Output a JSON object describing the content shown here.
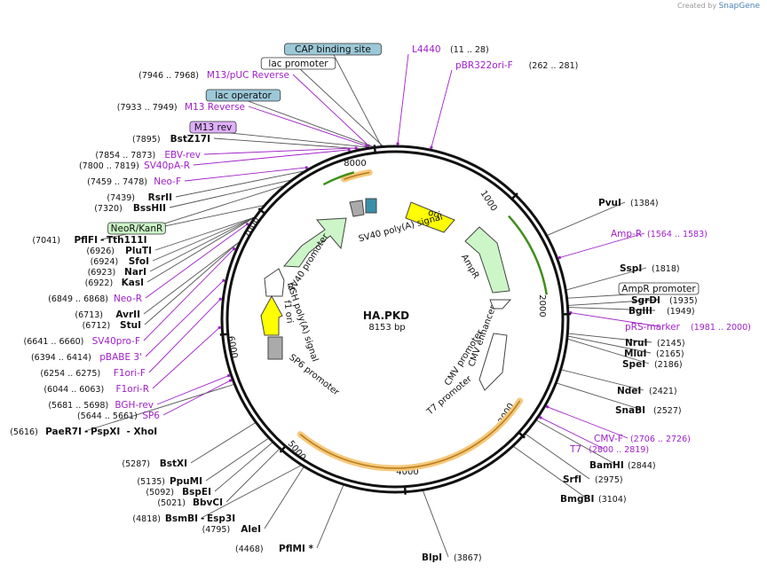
{
  "watermark": {
    "prefix": "Created by",
    "brand": "SnapGene"
  },
  "plasmid": {
    "name": "HA.PKD",
    "length_label": "8153 bp",
    "length": 8153
  },
  "ticks": [
    "1000",
    "2000",
    "3000",
    "4000",
    "5000",
    "6000",
    "7000",
    "8000"
  ],
  "colors": {
    "primer": "#a020c8",
    "feature_green": "#ccf5c8",
    "ori_yellow": "#ffff00",
    "orange_halo": "#f6c87a",
    "box_blue": "#9cc8d8"
  },
  "labels": [
    {
      "kind": "box",
      "text": "CAP binding site",
      "fill": "#9cc8d8"
    },
    {
      "kind": "box",
      "text": "lac promoter",
      "fill": "#ffffff"
    },
    {
      "kind": "primer",
      "text": "L4440",
      "pos": "(11 .. 28)"
    },
    {
      "kind": "primer",
      "text": "pBR322ori-F",
      "pos": "(262 .. 281)"
    },
    {
      "kind": "primer",
      "text": "M13/pUC Reverse",
      "pos": "(7946 .. 7968)"
    },
    {
      "kind": "box",
      "text": "lac operator",
      "fill": "#9cc8d8"
    },
    {
      "kind": "primer",
      "text": "M13 Reverse",
      "pos": "(7933 .. 7949)"
    },
    {
      "kind": "box",
      "text": "M13 rev",
      "fill": "#e0b0ff"
    },
    {
      "kind": "enzyme",
      "text": "BstZ17I",
      "pos": "(7895)"
    },
    {
      "kind": "primer",
      "text": "EBV-rev",
      "pos": "(7854 .. 7873)"
    },
    {
      "kind": "primer",
      "text": "SV40pA-R",
      "pos": "(7800 .. 7819)"
    },
    {
      "kind": "primer",
      "text": "Neo-F",
      "pos": "(7459 .. 7478)"
    },
    {
      "kind": "enzyme",
      "text": "RsrII",
      "pos": "(7439)"
    },
    {
      "kind": "enzyme",
      "text": "BssHII",
      "pos": "(7320)"
    },
    {
      "kind": "box",
      "text": "NeoR/KanR",
      "fill": "#ccf5c8"
    },
    {
      "kind": "enzyme",
      "text": "PflFI",
      "pos": "(7041)",
      "extra": "Tth111I"
    },
    {
      "kind": "enzyme",
      "text": "PluTI",
      "pos": "(6926)"
    },
    {
      "kind": "enzyme",
      "text": "SfoI",
      "pos": "(6924)"
    },
    {
      "kind": "enzyme",
      "text": "NarI",
      "pos": "(6923)"
    },
    {
      "kind": "enzyme",
      "text": "KasI",
      "pos": "(6922)"
    },
    {
      "kind": "primer",
      "text": "Neo-R",
      "pos": "(6849 .. 6868)"
    },
    {
      "kind": "enzyme",
      "text": "AvrII",
      "pos": "(6713)"
    },
    {
      "kind": "enzyme",
      "text": "StuI",
      "pos": "(6712)"
    },
    {
      "kind": "primer",
      "text": "SV40pro-F",
      "pos": "(6641 .. 6660)"
    },
    {
      "kind": "primer",
      "text": "pBABE 3'",
      "pos": "(6394 .. 6414)"
    },
    {
      "kind": "primer",
      "text": "F1ori-F",
      "pos": "(6254 .. 6275)"
    },
    {
      "kind": "primer",
      "text": "F1ori-R",
      "pos": "(6044 .. 6063)"
    },
    {
      "kind": "primer",
      "text": "BGH-rev",
      "pos": "(5681 .. 5698)"
    },
    {
      "kind": "primer",
      "text": "SP6",
      "pos": "(5644 .. 5661)"
    },
    {
      "kind": "enzyme",
      "text": "PaeR7I",
      "pos": "(5616)",
      "extra": "PspXI",
      "extra2": "XhoI"
    },
    {
      "kind": "enzyme",
      "text": "BstXI",
      "pos": "(5287)"
    },
    {
      "kind": "enzyme",
      "text": "PpuMI",
      "pos": "(5135)"
    },
    {
      "kind": "enzyme",
      "text": "BspEI",
      "pos": "(5092)"
    },
    {
      "kind": "enzyme",
      "text": "BbvCI",
      "pos": "(5021)"
    },
    {
      "kind": "enzyme",
      "text": "BsmBI",
      "pos": "(4818)",
      "extra": "Esp3I"
    },
    {
      "kind": "enzyme",
      "text": "AleI",
      "pos": "(4795)"
    },
    {
      "kind": "enzyme",
      "text": "PflMI *",
      "pos": "(4468)"
    },
    {
      "kind": "enzyme",
      "text": "BlpI",
      "pos": "(3867)"
    },
    {
      "kind": "enzyme",
      "text": "PvuI",
      "pos": "(1384)"
    },
    {
      "kind": "primer",
      "text": "Amp-R",
      "pos": "(1564 .. 1583)"
    },
    {
      "kind": "enzyme",
      "text": "SspI",
      "pos": "(1818)"
    },
    {
      "kind": "box",
      "text": "AmpR promoter",
      "fill": "#ffffff"
    },
    {
      "kind": "enzyme",
      "text": "SgrDI",
      "pos": "(1935)"
    },
    {
      "kind": "enzyme",
      "text": "BglII",
      "pos": "(1949)"
    },
    {
      "kind": "primer",
      "text": "pRS-marker",
      "pos": "(1981 .. 2000)"
    },
    {
      "kind": "enzyme",
      "text": "NruI",
      "pos": "(2145)"
    },
    {
      "kind": "enzyme",
      "text": "MluI",
      "pos": "(2165)"
    },
    {
      "kind": "enzyme",
      "text": "SpeI",
      "pos": "(2186)"
    },
    {
      "kind": "enzyme",
      "text": "NdeI",
      "pos": "(2421)"
    },
    {
      "kind": "enzyme",
      "text": "SnaBI",
      "pos": "(2527)"
    },
    {
      "kind": "primer",
      "text": "CMV-F",
      "pos": "(2706 .. 2726)"
    },
    {
      "kind": "primer",
      "text": "T7",
      "pos": "(2800 .. 2819)"
    },
    {
      "kind": "enzyme",
      "text": "BamHI",
      "pos": "(2844)"
    },
    {
      "kind": "enzyme",
      "text": "SrfI",
      "pos": "(2975)"
    },
    {
      "kind": "enzyme",
      "text": "BmgBI",
      "pos": "(3104)"
    }
  ],
  "features": [
    {
      "name": "ori",
      "type": "ori"
    },
    {
      "name": "SV40 poly(A) signal",
      "type": "text"
    },
    {
      "name": "AmpR",
      "type": "green"
    },
    {
      "name": "SV40 promoter",
      "type": "green"
    },
    {
      "name": "f1 ori",
      "type": "white"
    },
    {
      "name": "bGH poly(A) signal",
      "type": "white"
    },
    {
      "name": "SP6 promoter",
      "type": "white"
    },
    {
      "name": "CMV enhancer",
      "type": "white"
    },
    {
      "name": "CMV promoter",
      "type": "white"
    },
    {
      "name": "T7 promoter",
      "type": "white"
    }
  ]
}
